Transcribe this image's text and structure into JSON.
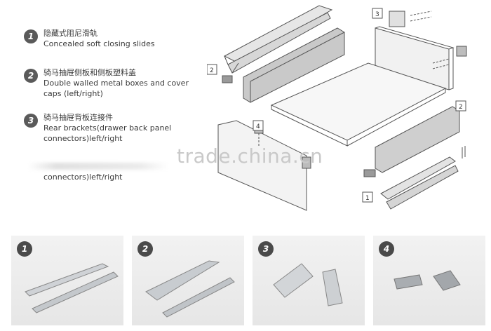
{
  "legend": [
    {
      "num": "1",
      "zh": "隐藏式阻尼滑轨",
      "en": [
        "Concealed soft closing slides"
      ]
    },
    {
      "num": "2",
      "zh": "骑马抽屉侧板和侧板塑料盖",
      "en": [
        "Double walled metal boxes and cover",
        "caps (left/right)"
      ]
    },
    {
      "num": "3",
      "zh": "骑马抽屉背板连接件",
      "en": [
        "Rear brackets(drawer back panel",
        "connectors)left/right"
      ]
    }
  ],
  "item4_text": "connectors)left/right",
  "watermark": "trade.china.cn",
  "callouts": [
    "1",
    "2",
    "2",
    "3",
    "4"
  ],
  "photos": [
    {
      "num": "1",
      "icon": "slide-rails-icon"
    },
    {
      "num": "2",
      "icon": "side-panels-icon"
    },
    {
      "num": "3",
      "icon": "rear-brackets-icon"
    },
    {
      "num": "4",
      "icon": "front-connectors-icon"
    }
  ]
}
